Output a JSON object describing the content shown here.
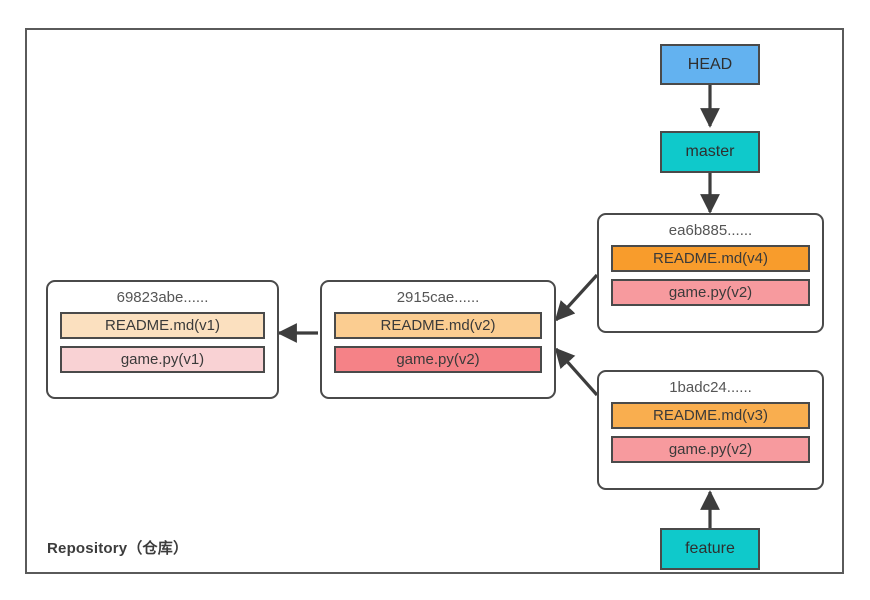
{
  "diagram": {
    "frame_label": "Repository（仓库）",
    "border_color": "#5a5a5a",
    "arrow_color": "#3d3d3d"
  },
  "refs": [
    {
      "name": "head",
      "label": "HEAD",
      "color": "#63b2f0"
    },
    {
      "name": "master",
      "label": "master",
      "color": "#0fc9cb"
    },
    {
      "name": "feature",
      "label": "feature",
      "color": "#0fc9cb"
    }
  ],
  "commits": [
    {
      "name": "commit-69823abe",
      "hash": "69823abe......",
      "files": [
        {
          "label": "README.md(v1)",
          "color": "#fbe0bf"
        },
        {
          "label": "game.py(v1)",
          "color": "#f9d2d4"
        }
      ]
    },
    {
      "name": "commit-2915cae",
      "hash": "2915cae......",
      "files": [
        {
          "label": "README.md(v2)",
          "color": "#fbcd91"
        },
        {
          "label": "game.py(v2)",
          "color": "#f58287"
        }
      ]
    },
    {
      "name": "commit-ea6b885",
      "hash": "ea6b885......",
      "files": [
        {
          "label": "README.md(v4)",
          "color": "#f89c2c"
        },
        {
          "label": "game.py(v2)",
          "color": "#f79a9e"
        }
      ]
    },
    {
      "name": "commit-1badc24",
      "hash": "1badc24......",
      "files": [
        {
          "label": "README.md(v3)",
          "color": "#f9ae4f"
        },
        {
          "label": "game.py(v2)",
          "color": "#f79a9e"
        }
      ]
    }
  ]
}
